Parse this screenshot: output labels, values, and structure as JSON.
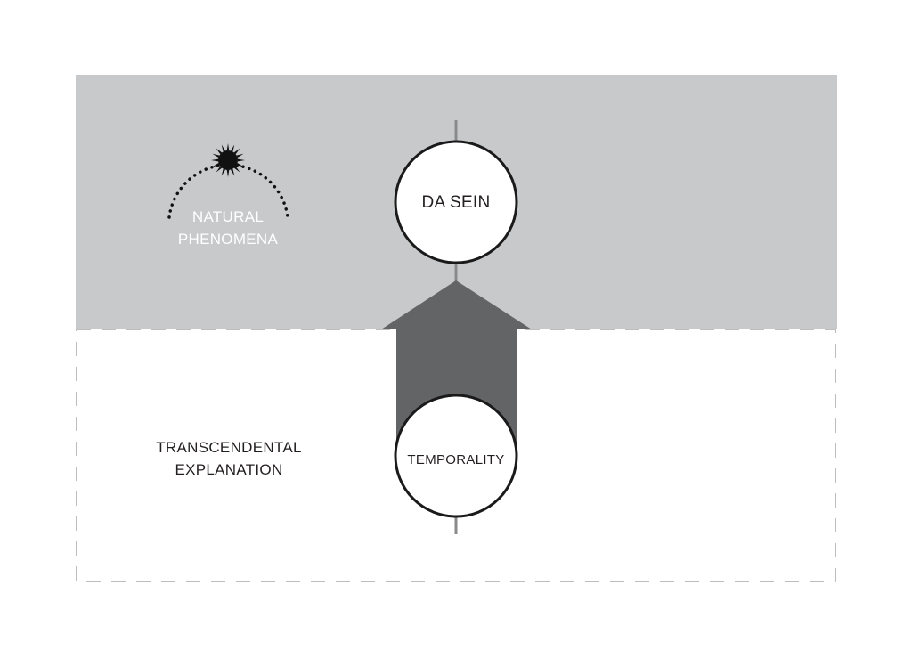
{
  "labels": {
    "natural_line1": "NATURAL",
    "natural_line2": "PHENOMENA",
    "dasein": "DA SEIN",
    "temporality": "TEMPORALITY",
    "transcendental_line1": "TRANSCENDENTAL",
    "transcendental_line2": "EXPLANATION"
  },
  "colors": {
    "upper_region": "#c8c9ca",
    "arrow": "#636466",
    "dashed_border": "#bdbdbd",
    "axis_line": "#8a8a8a",
    "circle_stroke": "#1a1a1a",
    "circle_fill": "#ffffff",
    "natural_text": "#ffffff",
    "text": "#231f20",
    "sun": "#111111"
  },
  "icons": {
    "sun": "sun-icon",
    "arc": "dotted-arc"
  }
}
